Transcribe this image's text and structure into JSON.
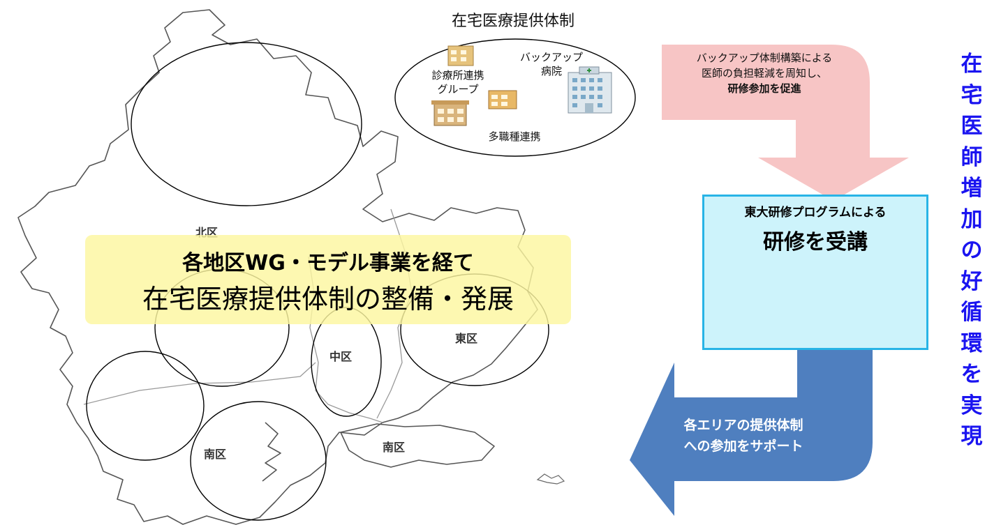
{
  "delivery_system": {
    "title": "在宅医療提供体制",
    "labels": {
      "backup_hospital_1": "バックアップ",
      "backup_hospital_2": "病院",
      "clinic_group_1": "診療所連携",
      "clinic_group_2": "グループ",
      "multi_profession": "多職種連携"
    }
  },
  "map": {
    "districts": {
      "kita": "北区",
      "naka": "中区",
      "higashi": "東区",
      "minami_west": "南区",
      "minami_east": "南区"
    }
  },
  "banner": {
    "line1": "各地区WG・モデル事業を経て",
    "line2": "在宅医療提供体制の整備・発展"
  },
  "cycle": {
    "pink_arrow": {
      "line1": "バックアップ体制構築による",
      "line2": "医師の負担軽減を周知し、",
      "line3": "研修参加を促進"
    },
    "program_box": {
      "line1": "東大研修プログラムによる",
      "line2": "研修を受講"
    },
    "blue_arrow": {
      "line1": "各エリアの提供体制",
      "line2": "への参加をサポート"
    }
  },
  "slogan": {
    "chars": [
      "在",
      "宅",
      "医",
      "師",
      "増",
      "加",
      "の",
      "好",
      "循",
      "環",
      "を",
      "実",
      "現"
    ]
  },
  "colors": {
    "pink_arrow": "#f7c5c5",
    "program_fill": "#cdf3fb",
    "program_border": "#28b4e6",
    "blue_arrow": "#4f7fbf",
    "slogan": "#1a14f0",
    "banner": "#fcf6a0"
  }
}
